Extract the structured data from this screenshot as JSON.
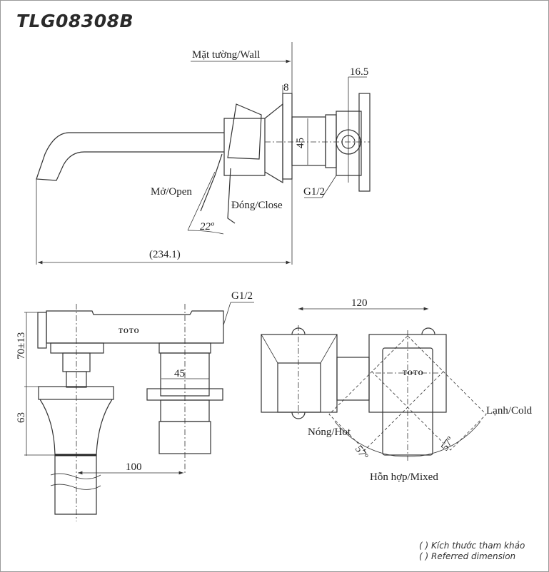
{
  "title": "TLG08308B",
  "side_view": {
    "wall_label": "Mặt tường/Wall",
    "dim_8": "8",
    "dim_16_5": "16.5",
    "dim_45": "45",
    "thread_label": "G1/2",
    "open_label": "Mở/Open",
    "close_label": "Đóng/Close",
    "angle_label": "22º",
    "length_label": "(234.1)"
  },
  "front_view": {
    "thread_label": "G1/2",
    "brand_label": "TOTO",
    "dim_height": "70±13",
    "dim_63": "63",
    "dim_45": "45",
    "dim_100": "100"
  },
  "plan_view": {
    "dim_120": "120",
    "hot_label": "Nóng/Hot",
    "cold_label": "Lạnh/Cold",
    "mixed_label": "Hỗn hợp/Mixed",
    "angle_left": "57º",
    "angle_right": "57º",
    "brand_label": "TOTO"
  },
  "notes": [
    "( ) Kích thước tham khảo",
    "( ) Referred dimension"
  ]
}
